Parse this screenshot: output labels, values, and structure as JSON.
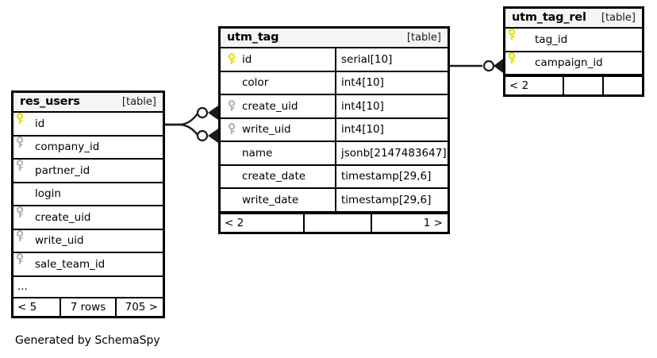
{
  "diagram": {
    "caption": "Generated by SchemaSpy",
    "kind_label": "[table]",
    "pk_color": "#e8e000",
    "fk_color": "#b3b3b3",
    "header_bg": "#f5f5f5",
    "border_color": "#000000"
  },
  "tables": [
    {
      "id": "res_users",
      "name": "res_users",
      "kind": "[table]",
      "columns": [
        {
          "name": "id",
          "type": "",
          "key": "pk"
        },
        {
          "name": "company_id",
          "type": "",
          "key": "fk"
        },
        {
          "name": "partner_id",
          "type": "",
          "key": "fk"
        },
        {
          "name": "login",
          "type": "",
          "key": "none"
        },
        {
          "name": "create_uid",
          "type": "",
          "key": "fk"
        },
        {
          "name": "write_uid",
          "type": "",
          "key": "fk"
        },
        {
          "name": "sale_team_id",
          "type": "",
          "key": "fk"
        }
      ],
      "ellipsis": "...",
      "footer": [
        "< 5",
        "7 rows",
        "705 >"
      ]
    },
    {
      "id": "utm_tag",
      "name": "utm_tag",
      "kind": "[table]",
      "columns": [
        {
          "name": "id",
          "type": "serial[10]",
          "key": "pk"
        },
        {
          "name": "color",
          "type": "int4[10]",
          "key": "none"
        },
        {
          "name": "create_uid",
          "type": "int4[10]",
          "key": "fk"
        },
        {
          "name": "write_uid",
          "type": "int4[10]",
          "key": "fk"
        },
        {
          "name": "name",
          "type": "jsonb[2147483647]",
          "key": "none"
        },
        {
          "name": "create_date",
          "type": "timestamp[29,6]",
          "key": "none"
        },
        {
          "name": "write_date",
          "type": "timestamp[29,6]",
          "key": "none"
        }
      ],
      "footer": [
        "< 2",
        "",
        "1 >"
      ]
    },
    {
      "id": "utm_tag_rel",
      "name": "utm_tag_rel",
      "kind": "[table]",
      "columns": [
        {
          "name": "tag_id",
          "type": "",
          "key": "pk"
        },
        {
          "name": "campaign_id",
          "type": "",
          "key": "pk"
        }
      ],
      "footer": [
        "< 2",
        "",
        ""
      ]
    }
  ],
  "relationships": [
    {
      "from": "res_users.id",
      "to": "utm_tag.create_uid",
      "optional": true
    },
    {
      "from": "res_users.id",
      "to": "utm_tag.write_uid",
      "optional": true
    },
    {
      "from": "utm_tag.id",
      "to": "utm_tag_rel.campaign_id",
      "optional": true
    }
  ]
}
